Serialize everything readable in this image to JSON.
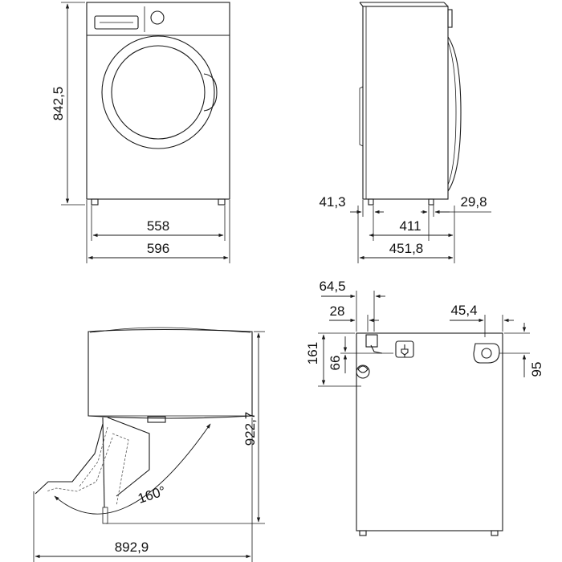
{
  "dimensions": {
    "height_front": "842,5",
    "width_between_feet": "558",
    "width_total": "596",
    "front_offset": "41,3",
    "rear_offset": "29,8",
    "depth_body": "411",
    "depth_total": "451,8",
    "door_open_height": "922,7",
    "door_open_depth": "892,9",
    "door_angle": "160°",
    "inlet_offset": "64,5",
    "plug_offset": "28",
    "drain_offset": "45,4",
    "inlet_height": "161",
    "plug_height": "66",
    "drain_height": "95"
  },
  "colors": {
    "line": "#1a1a1a",
    "dashed": "#555555"
  }
}
